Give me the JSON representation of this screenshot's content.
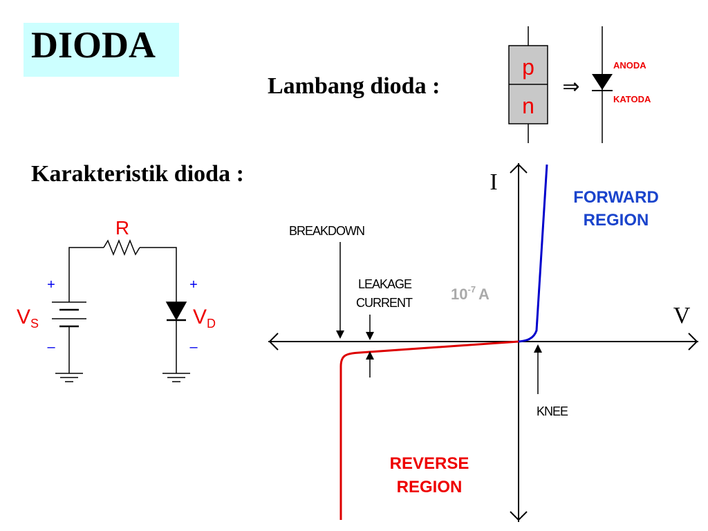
{
  "title": "DIODA",
  "symbol_section": {
    "label": "Lambang dioda :",
    "p_label": "p",
    "n_label": "n",
    "arrow": "⇒",
    "anode_label": "ANODA",
    "cathode_label": "KATODA"
  },
  "characteristic_section": {
    "label": "Karakteristik dioda :"
  },
  "circuit": {
    "resistor_label": "R",
    "source_label": "V",
    "source_sub": "S",
    "diode_label": "V",
    "diode_sub": "D",
    "plus": "+",
    "minus": "–"
  },
  "graph": {
    "y_axis_label": "I",
    "x_axis_label": "V",
    "forward_region": [
      "FORWARD",
      "REGION"
    ],
    "reverse_region": [
      "REVERSE",
      "REGION"
    ],
    "breakdown_label": "BREAKDOWN",
    "leakage_label": [
      "LEAKAGE",
      "CURRENT"
    ],
    "leakage_value": "10",
    "leakage_exponent": "-7",
    "leakage_unit": "A",
    "knee_label": "KNEE"
  },
  "colors": {
    "title_bg": "#ccffff",
    "forward_curve": "#0000cc",
    "reverse_curve": "#dd0000",
    "red_text": "#ee0000",
    "blue_text": "#0000ee",
    "forward_text": "#1a44cc",
    "leakage_value_text": "#aaaaaa",
    "pn_fill": "#c8c8c8"
  }
}
